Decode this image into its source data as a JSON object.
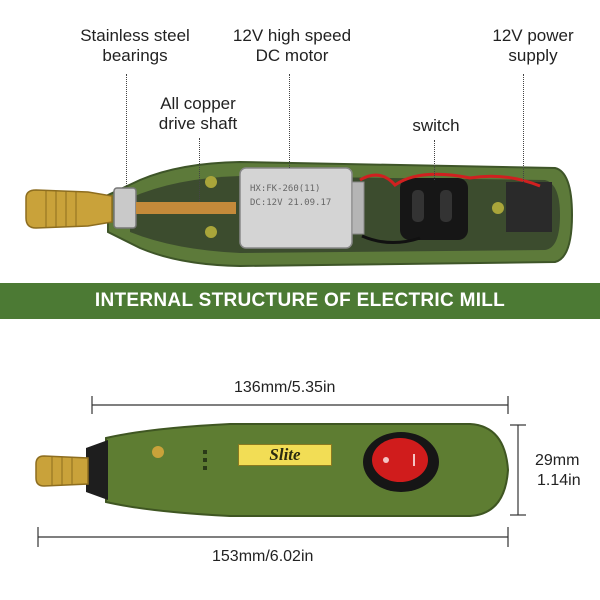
{
  "top_labels": {
    "bearings": "Stainless steel\nbearings",
    "motor": "12V high speed\nDC motor",
    "power": "12V power\nsupply",
    "shaft": "All copper\ndrive shaft",
    "switch": "switch"
  },
  "motor_text": {
    "line1": "HX:FK-260(11)",
    "line2": "DC:12V  21.09.17"
  },
  "banner": "INTERNAL STRUCTURE OF ELECTRIC MILL",
  "brand": "Slite",
  "dimensions": {
    "body_length": "136mm/5.35in",
    "total_length": "153mm/6.02in",
    "height_mm": "29mm",
    "height_in": "1.14in"
  },
  "colors": {
    "banner": "#4c7a34",
    "body": "#5e7d32",
    "badge": "#f2dd55",
    "switch": "#d01c1c",
    "brass": "#c9a23a"
  }
}
